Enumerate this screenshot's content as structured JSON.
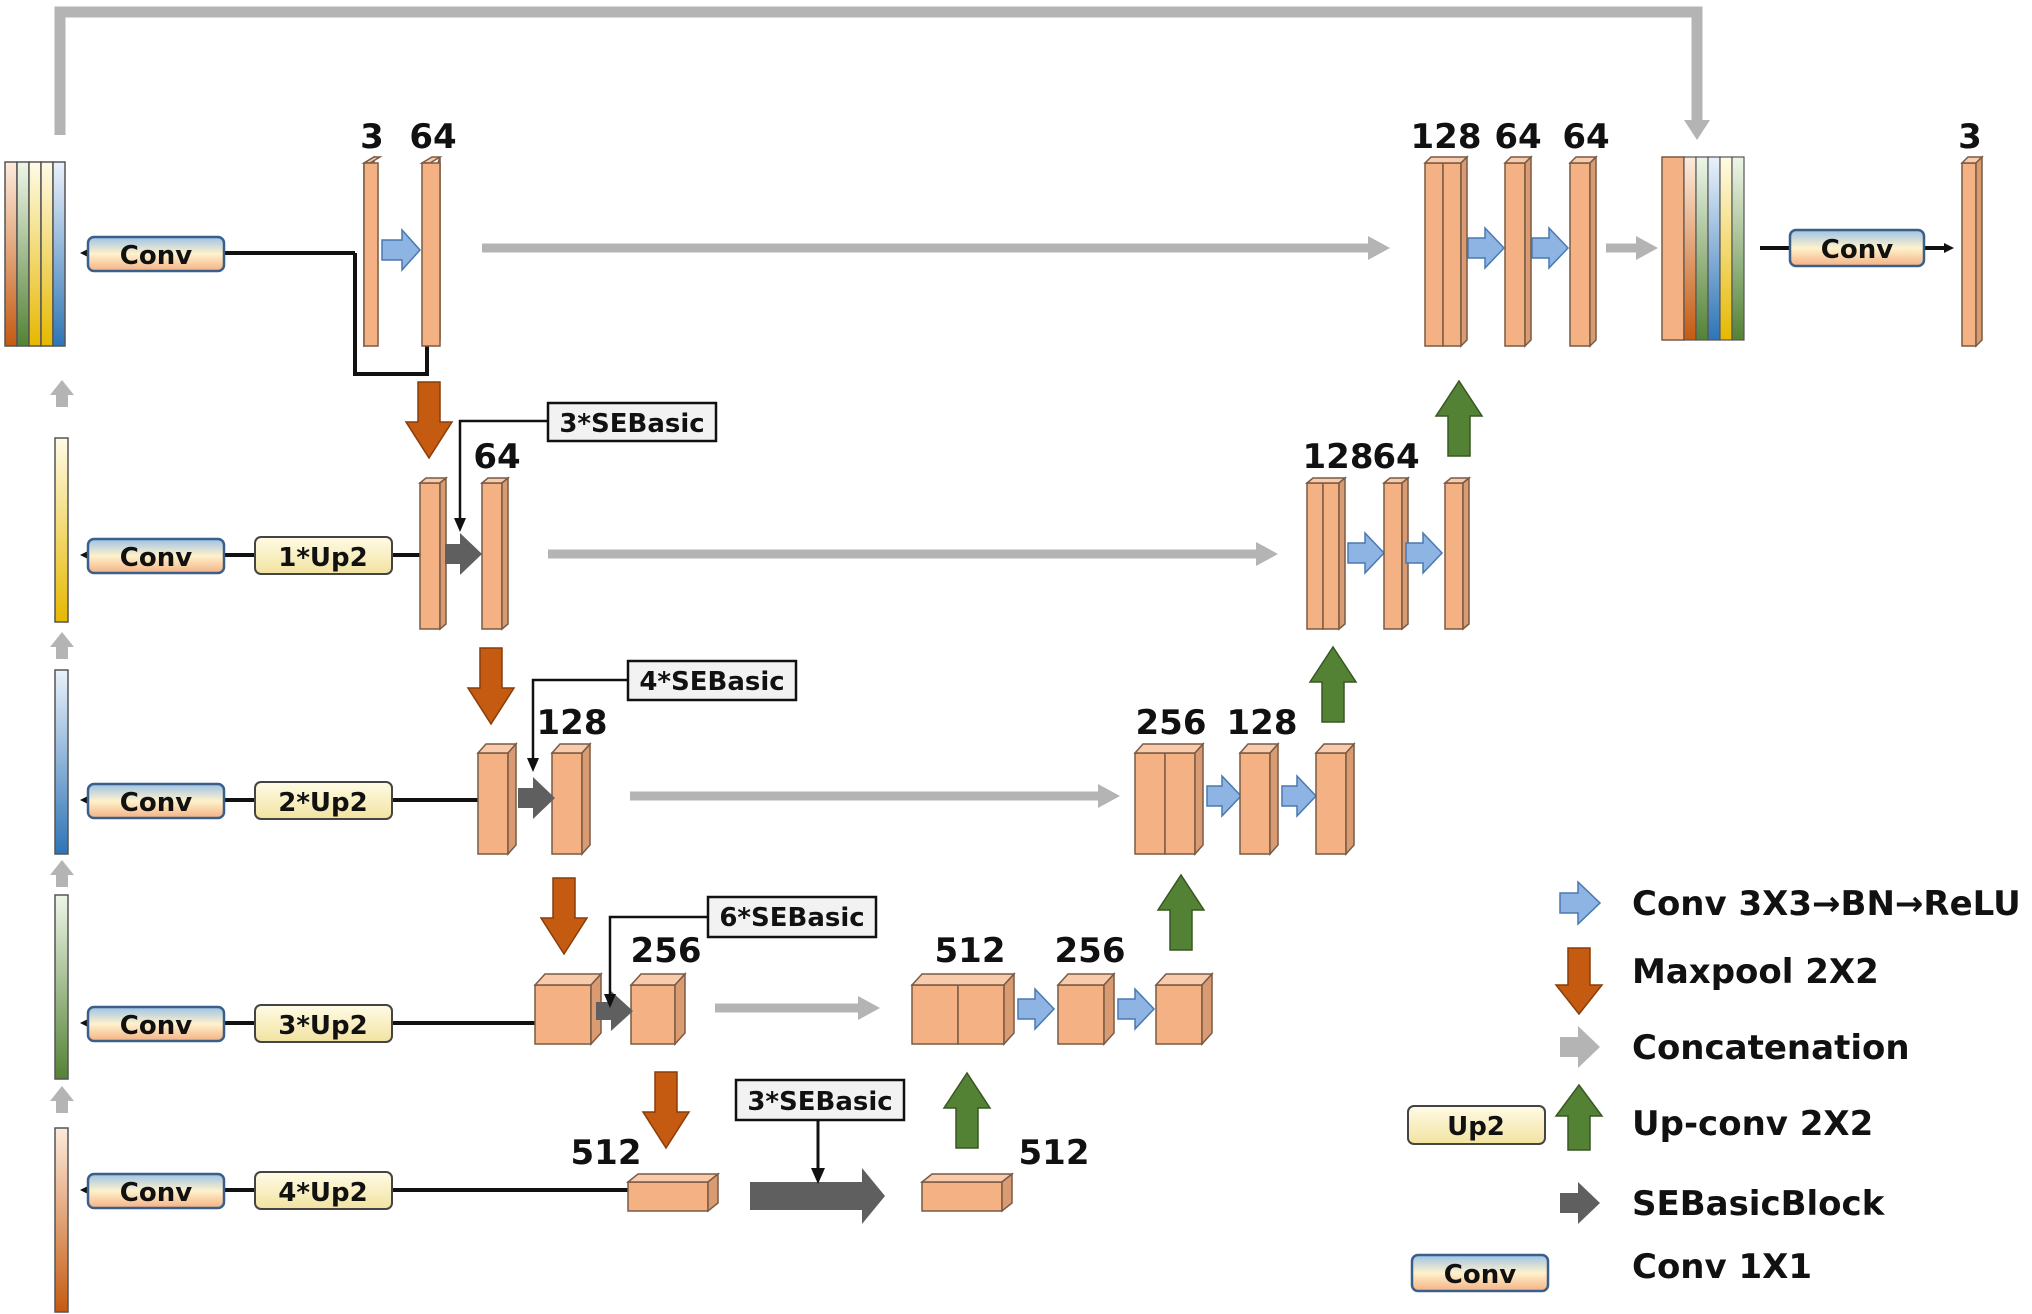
{
  "colors": {
    "block_fill": "#f4b183",
    "block_top": "#f8cbad",
    "block_side": "#d99b72",
    "block_stroke": "#7a5a45",
    "conv_arrow": "#8db4e2",
    "maxpool_arrow": "#c55a11",
    "concat_arrow": "#b4b4b4",
    "upconv_arrow": "#548235",
    "sebasic_arrow": "#5f5f5f",
    "up2_box_top": "#fff8dc",
    "up2_box_bottom": "#f3e6a6"
  },
  "encoder": {
    "level1": {
      "in_channels": "3",
      "out_channels": "64"
    },
    "level2": {
      "channels": "64",
      "block_label": "3*SEBasic"
    },
    "level3": {
      "channels": "128",
      "block_label": "4*SEBasic"
    },
    "level4": {
      "channels": "256",
      "block_label": "6*SEBasic"
    },
    "bottleneck": {
      "channels": "512",
      "block_label": "3*SEBasic"
    }
  },
  "decoder": {
    "bottleneck_out": {
      "channels": "512"
    },
    "level4": {
      "concat_channels": "512",
      "out_channels": "256"
    },
    "level3": {
      "concat_channels": "256",
      "out_channels": "128"
    },
    "level2": {
      "concat_channels": "128",
      "out_channels": "64"
    },
    "level1": {
      "concat_channels": "128",
      "mid_channels": "64",
      "out_channels": "64"
    },
    "output": {
      "channels": "3"
    }
  },
  "side_branch": {
    "conv_label": "Conv",
    "up_labels": [
      "1*Up2",
      "2*Up2",
      "3*Up2",
      "4*Up2"
    ]
  },
  "final_conv_label": "Conv",
  "legend": {
    "conv_bn_relu": "Conv 3X3→BN→ReLU",
    "maxpool": "Maxpool 2X2",
    "concatenation": "Concatenation",
    "up2_box": "Up2",
    "upconv": "Up-conv 2X2",
    "sebasicblock": "SEBasicBlock",
    "conv_box": "Conv",
    "conv1x1": "Conv 1X1"
  }
}
